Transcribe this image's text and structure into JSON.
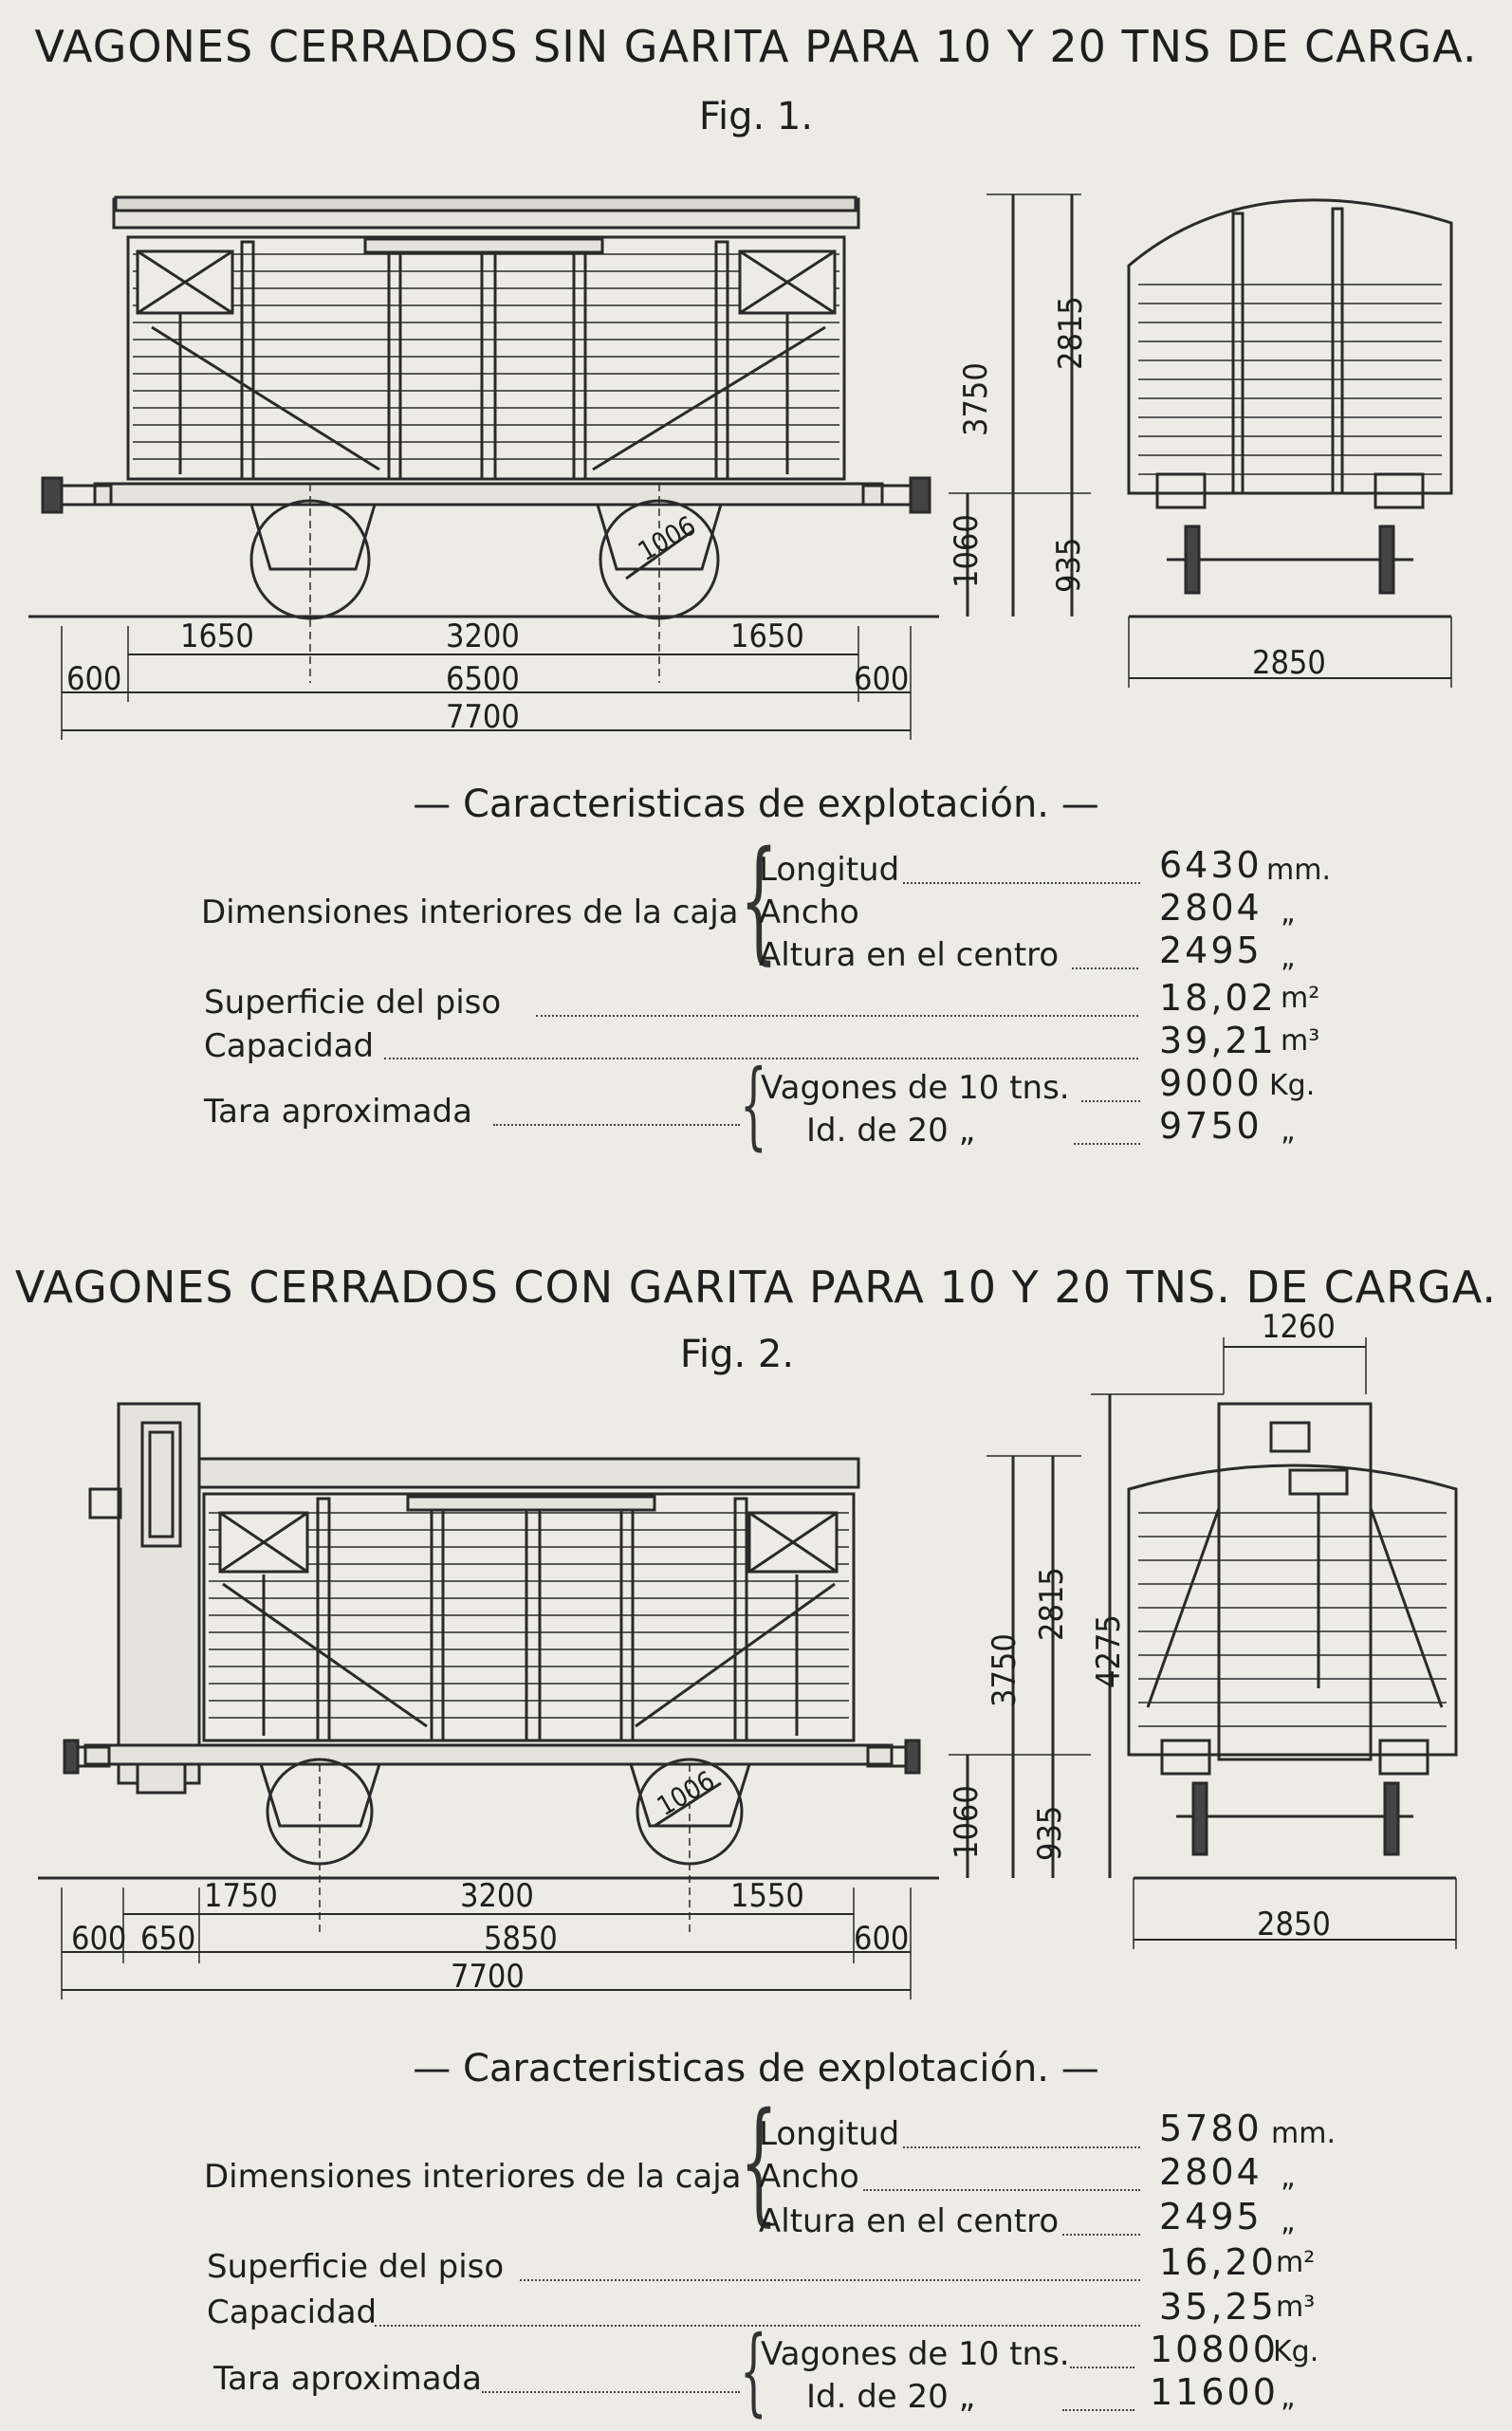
{
  "fig1": {
    "title": "VAGONES CERRADOS SIN GARITA PARA 10 Y 20 TNS DE CARGA.",
    "label": "Fig. 1.",
    "dims": {
      "h_total": "3750",
      "h_body": "2815",
      "h_floor": "1060",
      "h_under": "935",
      "wheel": "1006",
      "overhang_left": "1650",
      "wheelbase": "3200",
      "overhang_right": "1650",
      "buffer_left": "600",
      "frame": "6500",
      "buffer_right": "600",
      "overall": "7700",
      "width": "2850"
    },
    "section": "— Caracteristicas de explotación. —",
    "specs": {
      "dim_label": "Dimensiones interiores de la caja",
      "longitud": "Longitud",
      "longitud_val": "6430",
      "longitud_unit": "mm.",
      "ancho": "Ancho",
      "ancho_val": "2804",
      "ancho_unit": "„",
      "altura": "Altura en el centro",
      "altura_val": "2495",
      "altura_unit": "„",
      "superficie": "Superficie del piso",
      "superficie_val": "18,02",
      "superficie_unit": "m²",
      "capacidad": "Capacidad",
      "capacidad_val": "39,21",
      "capacidad_unit": "m³",
      "tara": "Tara aproximada",
      "tara10": "Vagones de 10 tns.",
      "tara10_val": "9000",
      "tara10_unit": "Kg.",
      "tara20": "Id. de 20 „",
      "tara20_val": "9750",
      "tara20_unit": "„"
    }
  },
  "fig2": {
    "title": "VAGONES CERRADOS CON GARITA PARA 10 Y 20 TNS. DE CARGA.",
    "label": "Fig. 2.",
    "dims": {
      "cab_width": "1260",
      "h_cab": "4275",
      "h_total": "3750",
      "h_body": "2815",
      "h_floor": "1060",
      "h_under": "935",
      "wheel": "1006",
      "overhang_left": "1750",
      "wheelbase": "3200",
      "overhang_right": "1550",
      "buffer_left": "600",
      "cab": "650",
      "frame": "5850",
      "buffer_right": "600",
      "overall": "7700",
      "width": "2850"
    },
    "section": "— Caracteristicas de explotación. —",
    "specs": {
      "dim_label": "Dimensiones interiores de la caja",
      "longitud": "Longitud",
      "longitud_val": "5780",
      "longitud_unit": "mm.",
      "ancho": "Ancho",
      "ancho_val": "2804",
      "ancho_unit": "„",
      "altura": "Altura en el centro",
      "altura_val": "2495",
      "altura_unit": "„",
      "superficie": "Superficie del piso",
      "superficie_val": "16,20",
      "superficie_unit": "m²",
      "capacidad": "Capacidad",
      "capacidad_val": "35,25",
      "capacidad_unit": "m³",
      "tara": "Tara aproximada",
      "tara10": "Vagones de 10 tns.",
      "tara10_val": "10800",
      "tara10_unit": "Kg.",
      "tara20": "Id. de 20 „",
      "tara20_val": "11600",
      "tara20_unit": "„"
    }
  }
}
